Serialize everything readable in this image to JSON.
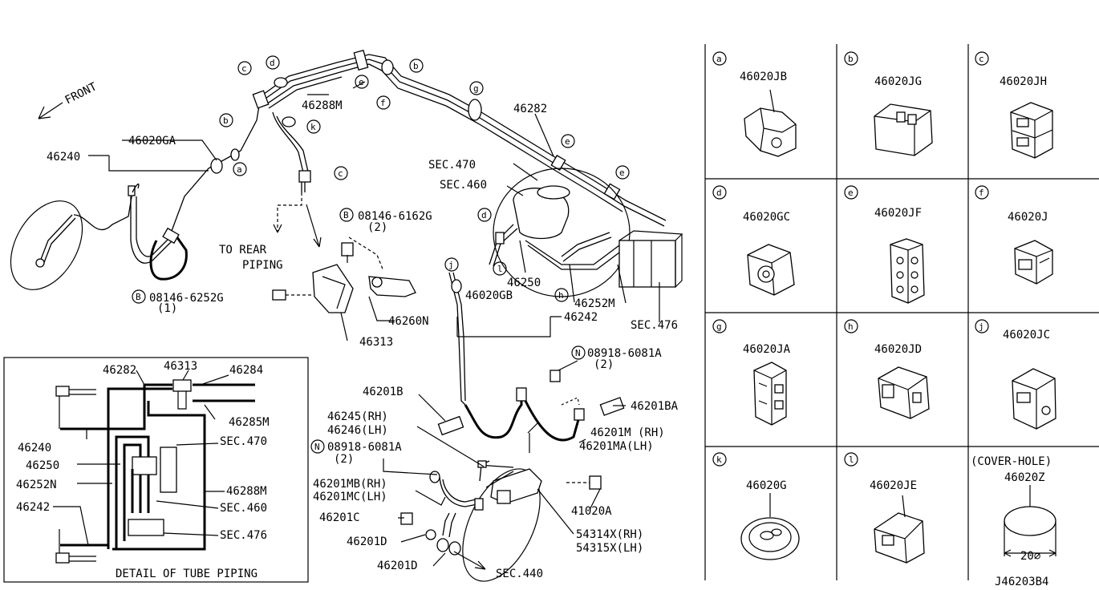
{
  "main": {
    "front": "FRONT",
    "labels": {
      "l46240": "46240",
      "l46020GA": "46020GA",
      "l46288M": "46288M",
      "l46282": "46282",
      "sec470": "SEC.470",
      "sec460": "SEC.460",
      "bolt1": "08146-6162G",
      "bolt1qty": "(2)",
      "toRear1": "TO REAR",
      "toRear2": "PIPING",
      "bolt2": "08146-6252G",
      "bolt2qty": "(1)",
      "l46260N": "46260N",
      "l46313": "46313",
      "l46250": "46250",
      "l46020GB": "46020GB",
      "l46252M": "46252M",
      "l46242": "46242",
      "sec476": "SEC.476",
      "nut1": "08918-6081A",
      "nut1qty": "(2)",
      "l46201B": "46201B",
      "l46201BA": "46201BA",
      "l46245": "46245(RH)",
      "l46246": "46246(LH)",
      "nut2": "08918-6081A",
      "nut2qty": "(2)",
      "l46201M": "46201M  (RH)",
      "l46201MA": "46201MA(LH)",
      "l46201MB": "46201MB(RH)",
      "l46201MC": "46201MC(LH)",
      "l46201C": "46201C",
      "l46201D1": "46201D",
      "l46201D2": "46201D",
      "l41020A": "41020A",
      "l54314X": "54314X(RH)",
      "l54315X": "54315X(LH)",
      "sec440": "SEC.440"
    },
    "callouts": {
      "b": "B",
      "n": "N",
      "a": "a",
      "bb": "b",
      "c": "c",
      "d": "d",
      "e": "e",
      "f": "f",
      "g": "g",
      "h": "h",
      "j": "j",
      "k": "k",
      "l": "l"
    }
  },
  "detail": {
    "title": "DETAIL OF TUBE PIPING",
    "labels": {
      "d46282": "46282",
      "d46313": "46313",
      "d46284": "46284",
      "d46285M": "46285M",
      "d46240": "46240",
      "dsec470": "SEC.470",
      "d46250": "46250",
      "d46252N": "46252N",
      "d46288M": "46288M",
      "d46242": "46242",
      "dsec460": "SEC.460",
      "dsec476": "SEC.476"
    }
  },
  "clips": [
    {
      "key": "a",
      "part": "46020JB"
    },
    {
      "key": "b",
      "part": "46020JG"
    },
    {
      "key": "c",
      "part": "46020JH"
    },
    {
      "key": "d",
      "part": "46020GC"
    },
    {
      "key": "e",
      "part": "46020JF"
    },
    {
      "key": "f",
      "part": "46020J"
    },
    {
      "key": "g",
      "part": "46020JA"
    },
    {
      "key": "h",
      "part": "46020JD"
    },
    {
      "key": "j",
      "part": "46020JC"
    },
    {
      "key": "k",
      "part": "46020G"
    },
    {
      "key": "l",
      "part": "46020JE"
    },
    {
      "key": "",
      "part": "46020Z",
      "note": "(COVER-HOLE)",
      "dim": "20∅"
    }
  ],
  "diagram_code": "J46203B4"
}
